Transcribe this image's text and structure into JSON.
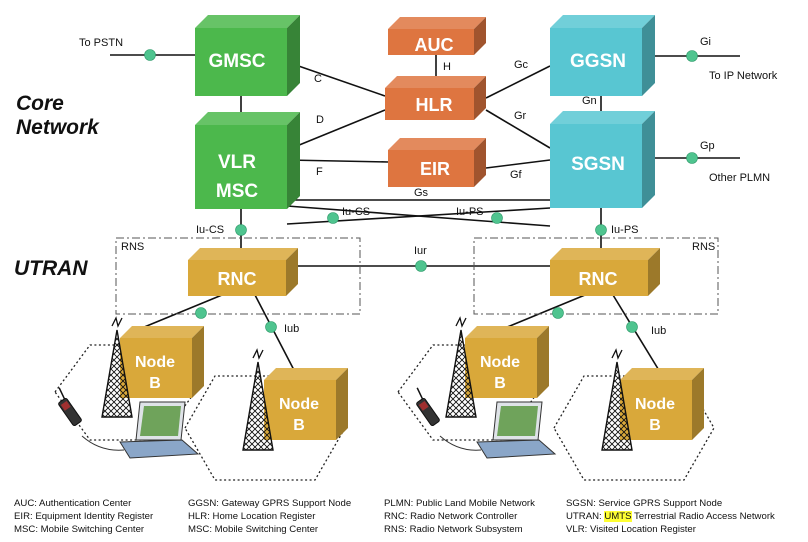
{
  "sections": {
    "core": [
      "Core",
      "Network"
    ],
    "utran": "UTRAN"
  },
  "nodes": {
    "gmsc": "GMSC",
    "auc": "AUC",
    "hlr": "HLR",
    "ggsn": "GGSN",
    "vlr_msc": [
      "VLR",
      "MSC"
    ],
    "eir": "EIR",
    "sgsn": "SGSN",
    "rnc_left": "RNC",
    "rnc_right": "RNC",
    "node_b": [
      "Node",
      "B"
    ]
  },
  "interfaces": {
    "c": "C",
    "d": "D",
    "f": "F",
    "h": "H",
    "gc": "Gc",
    "gr": "Gr",
    "gf": "Gf",
    "gs": "Gs",
    "gn": "Gn",
    "gi": "Gi",
    "gp": "Gp",
    "iu_cs_left": "Iu-CS",
    "iu_cs_mid": "Iu-CS",
    "iu_ps_mid": "Iu-PS",
    "iu_ps_right": "Iu-PS",
    "iur": "Iur",
    "iub_left": "Iub",
    "iub_right": "Iub",
    "rns_left": "RNS",
    "rns_right": "RNS"
  },
  "external": {
    "pstn": "To PSTN",
    "ip_network": "To IP Network",
    "other_plmn": "Other PLMN"
  },
  "legend": {
    "col1": [
      "AUC: Authentication Center",
      "EIR: Equipment Identity Register",
      "MSC: Mobile Switching Center"
    ],
    "col2": [
      "GGSN: Gateway GPRS Support Node",
      "HLR: Home Location Register",
      "MSC: Mobile Switching Center"
    ],
    "col3": [
      "PLMN: Public Land Mobile Network",
      "RNC: Radio Network Controller",
      "RNS: Radio Network Subsystem"
    ],
    "col4_0": "SGSN: Service GPRS Support Node",
    "col4_1": {
      "pre": "UTRAN: ",
      "highlight": "UMTS",
      "post": " Terrestrial Radio Access Network"
    },
    "col4_2": "VLR: Visited Location Register"
  },
  "colors": {
    "msc_green": "#4cb84c",
    "core_orange": "#de7540",
    "sgsn_cyan": "#58c6d2",
    "ran_gold": "#d9a83a",
    "dot_green": "#4fc48f",
    "highlight": "#ffff33"
  },
  "icons": [
    "antenna-tower-icon",
    "mobile-phone-icon",
    "laptop-icon"
  ]
}
